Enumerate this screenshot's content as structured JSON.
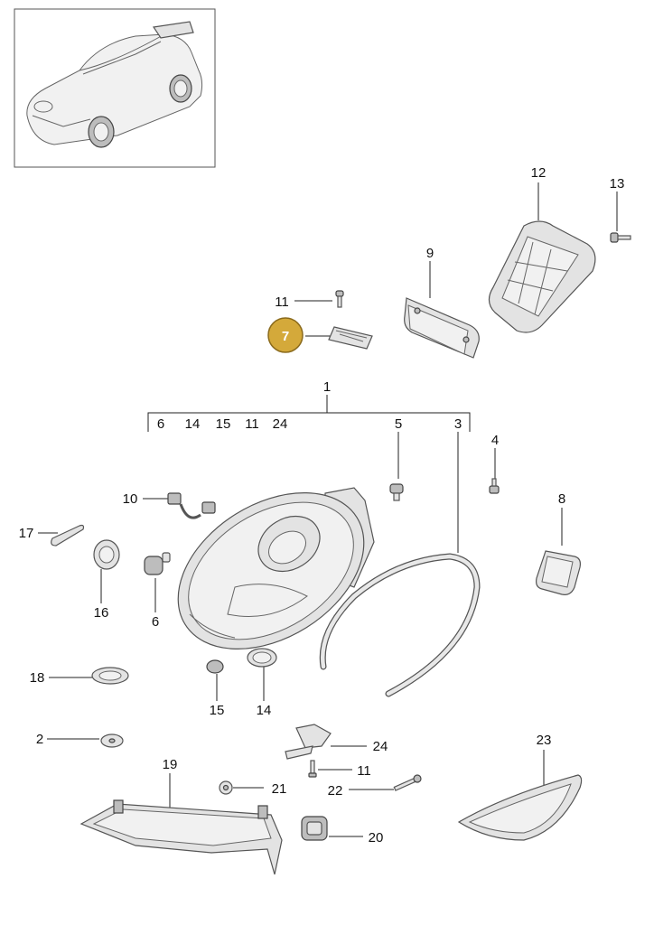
{
  "labels": {
    "p1": "1",
    "p2": "2",
    "p3": "3",
    "p4": "4",
    "p5": "5",
    "p6": "6",
    "p7": "7",
    "p8": "8",
    "p9": "9",
    "p10": "10",
    "p11": "11",
    "p12": "12",
    "p13": "13",
    "p14": "14",
    "p15": "15",
    "p16": "16",
    "p17": "17",
    "p18": "18",
    "p19": "19",
    "p20": "20",
    "p21": "21",
    "p22": "22",
    "p23": "23",
    "p24": "24"
  },
  "bracket_items": [
    "6",
    "14",
    "15",
    "11",
    "24"
  ],
  "highlight_color": "#d4a93a"
}
